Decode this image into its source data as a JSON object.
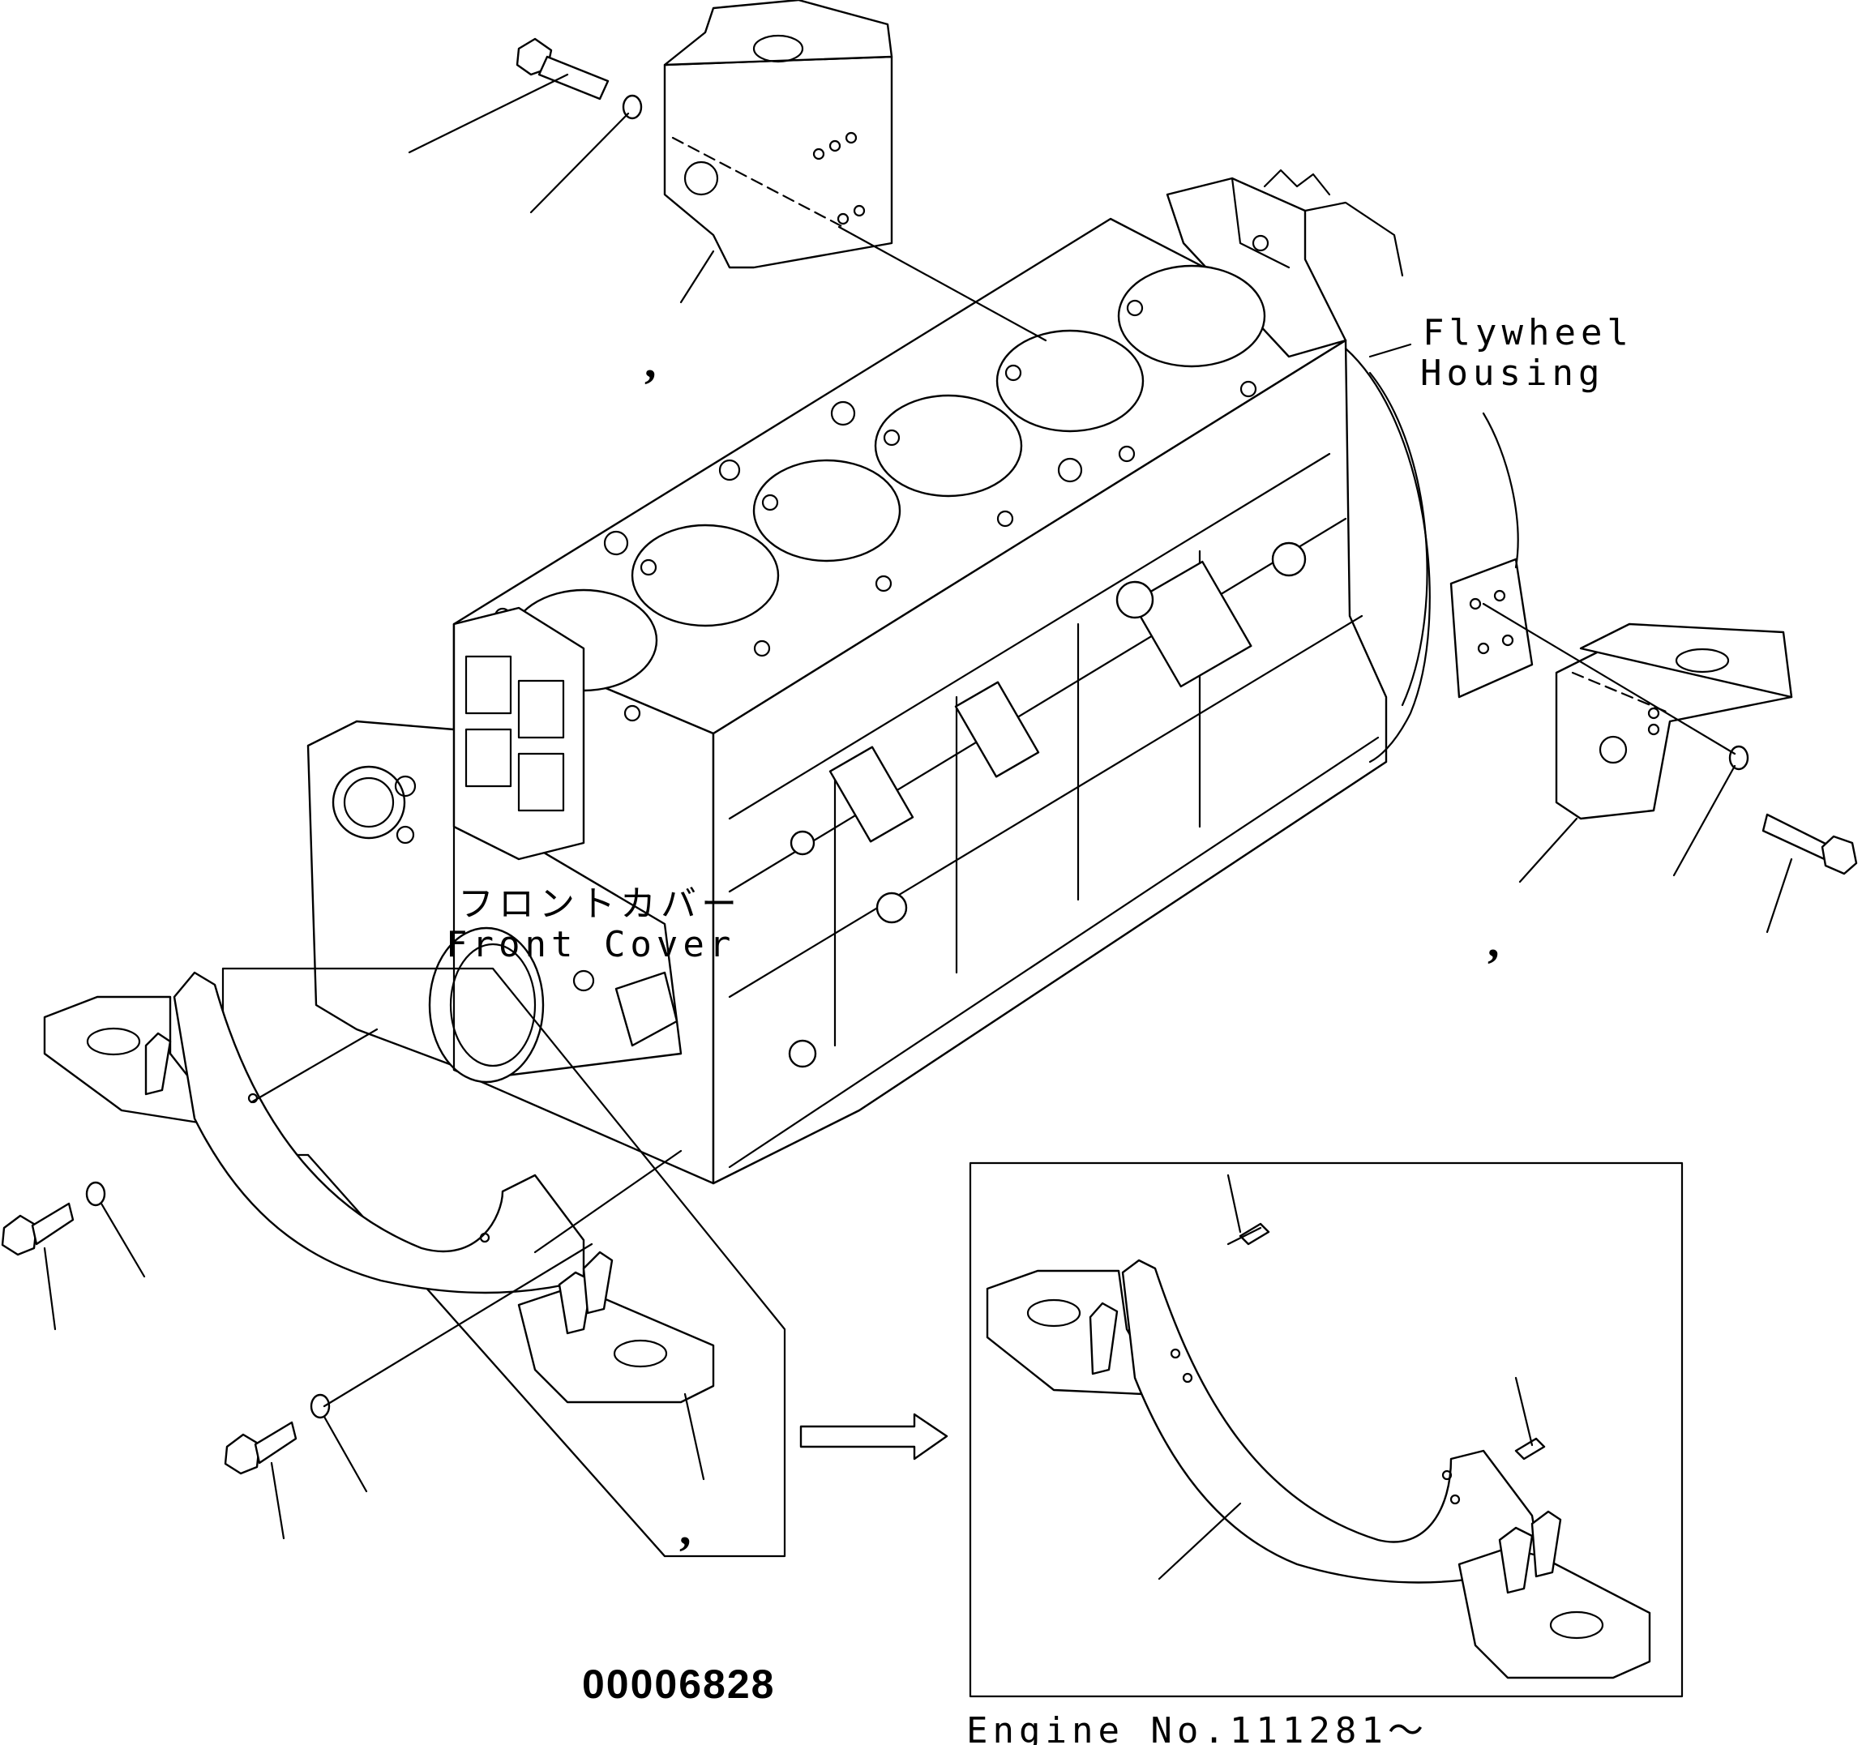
{
  "labels": {
    "flywheel_line1": "Flywheel",
    "flywheel_line2": "Housing",
    "front_cover_jp": "フロントカバー",
    "front_cover_en": "Front Cover",
    "drawing_number": "00006828",
    "engine_serial": "Engine No.111281～"
  },
  "callout_marks": [
    ",",
    ",",
    ",",
    ","
  ],
  "colors": {
    "line": "#000000",
    "background": "#ffffff"
  }
}
